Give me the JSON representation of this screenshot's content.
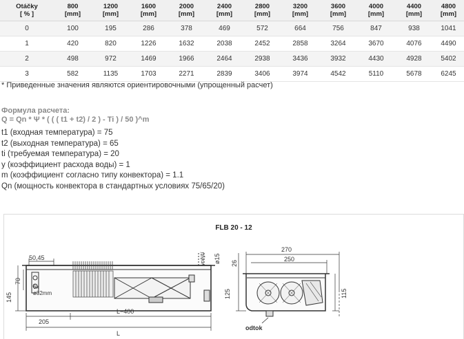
{
  "table": {
    "header_first": [
      "Otáčky",
      "[ % ]"
    ],
    "columns": [
      {
        "length": "800",
        "unit": "[mm]"
      },
      {
        "length": "1200",
        "unit": "[mm]"
      },
      {
        "length": "1600",
        "unit": "[mm]"
      },
      {
        "length": "2000",
        "unit": "[mm]"
      },
      {
        "length": "2400",
        "unit": "[mm]"
      },
      {
        "length": "2800",
        "unit": "[mm]"
      },
      {
        "length": "3200",
        "unit": "[mm]"
      },
      {
        "length": "3600",
        "unit": "[mm]"
      },
      {
        "length": "4000",
        "unit": "[mm]"
      },
      {
        "length": "4400",
        "unit": "[mm]"
      },
      {
        "length": "4800",
        "unit": "[mm]"
      }
    ],
    "rows": [
      {
        "speed": "0",
        "values": [
          "100",
          "195",
          "286",
          "378",
          "469",
          "572",
          "664",
          "756",
          "847",
          "938",
          "1041"
        ]
      },
      {
        "speed": "1",
        "values": [
          "420",
          "820",
          "1226",
          "1632",
          "2038",
          "2452",
          "2858",
          "3264",
          "3670",
          "4076",
          "4490"
        ]
      },
      {
        "speed": "2",
        "values": [
          "498",
          "972",
          "1469",
          "1966",
          "2464",
          "2938",
          "3436",
          "3932",
          "4430",
          "4928",
          "5402"
        ]
      },
      {
        "speed": "3",
        "values": [
          "582",
          "1135",
          "1703",
          "2271",
          "2839",
          "3406",
          "3974",
          "4542",
          "5110",
          "5678",
          "6245"
        ]
      }
    ]
  },
  "note": "* Приведенные значения являются ориентировочными (упрощенный расчет)",
  "formula": {
    "title": "Формула расчета:",
    "expression": "Q = Qn * Ψ * ( ( ( t1 + t2) / 2 ) - Ti ) / 50 )^m"
  },
  "params": [
    "t1 (входная температура) = 75",
    "t2 (выходная температура) = 65",
    "ti (требуемая температура) = 20",
    "y (коэффициент расхода воды) = 1",
    "m (коэффициент согласно типу конвектора) = 1.1",
    "Qn (мощность конвектора в стандартных условиях 75/65/20)"
  ],
  "drawing": {
    "title": "FLB 20 - 12",
    "left_view": {
      "dim_top": "50,45",
      "dim_height_outer": "145",
      "dim_height_inner": "70",
      "pipe_label_count": "6x",
      "pipe_label_diameter": "ø32mm",
      "dim_offset": "205",
      "dim_inner_length": "L−400",
      "dim_total_length": "L",
      "side_label_vnejsi": "vnější",
      "side_label_diameter": "ø15"
    },
    "right_view": {
      "dim_width_outer": "270",
      "dim_width_inner": "250",
      "dim_top_offset": "26",
      "dim_height": "125",
      "dim_height_right": "115",
      "drain_label": "odtok"
    }
  },
  "colors": {
    "header_bg": "#f0f0f0",
    "row_alt_bg": "#f4f4f4",
    "formula_color": "#8a8a8a",
    "text": "#333333"
  }
}
